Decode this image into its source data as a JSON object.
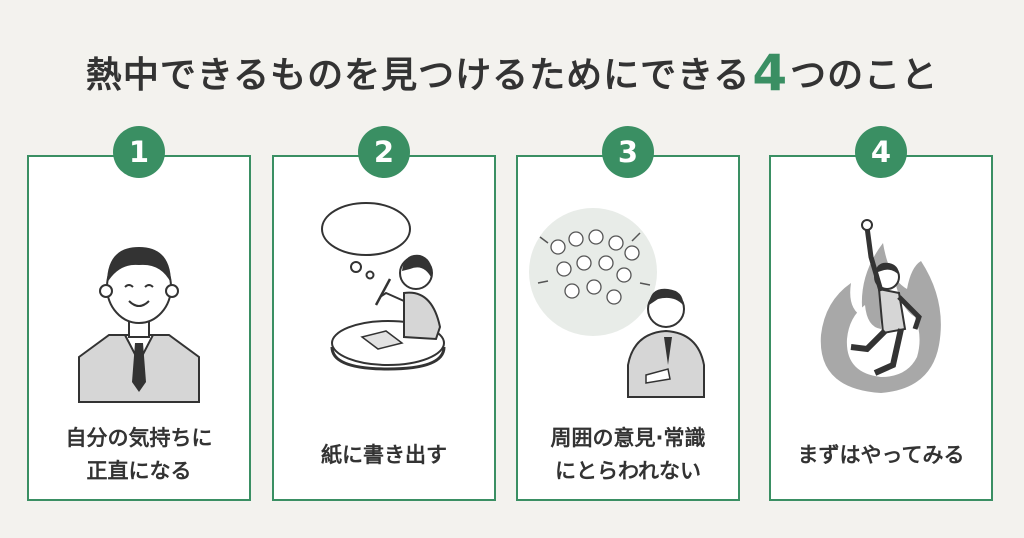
{
  "title": {
    "prefix": "熱中できるものを見つけるためにできる",
    "number": "4",
    "suffix": "つのこと"
  },
  "colors": {
    "accent": "#3a8f63",
    "background": "#f3f2ee",
    "text": "#333333"
  },
  "cards": [
    {
      "number": "1",
      "lines": [
        "自分の気持ちに",
        "正直になる"
      ],
      "icon": "businessman-smiling-icon"
    },
    {
      "number": "2",
      "lines": [
        "紙に書き出す"
      ],
      "icon": "woman-writing-thinking-icon"
    },
    {
      "number": "3",
      "lines": [
        "周囲の意見·常識",
        "にとらわれない"
      ],
      "icon": "man-ignoring-crowd-icon"
    },
    {
      "number": "4",
      "lines": [
        "まずはやってみる"
      ],
      "icon": "man-jumping-flame-icon"
    }
  ]
}
